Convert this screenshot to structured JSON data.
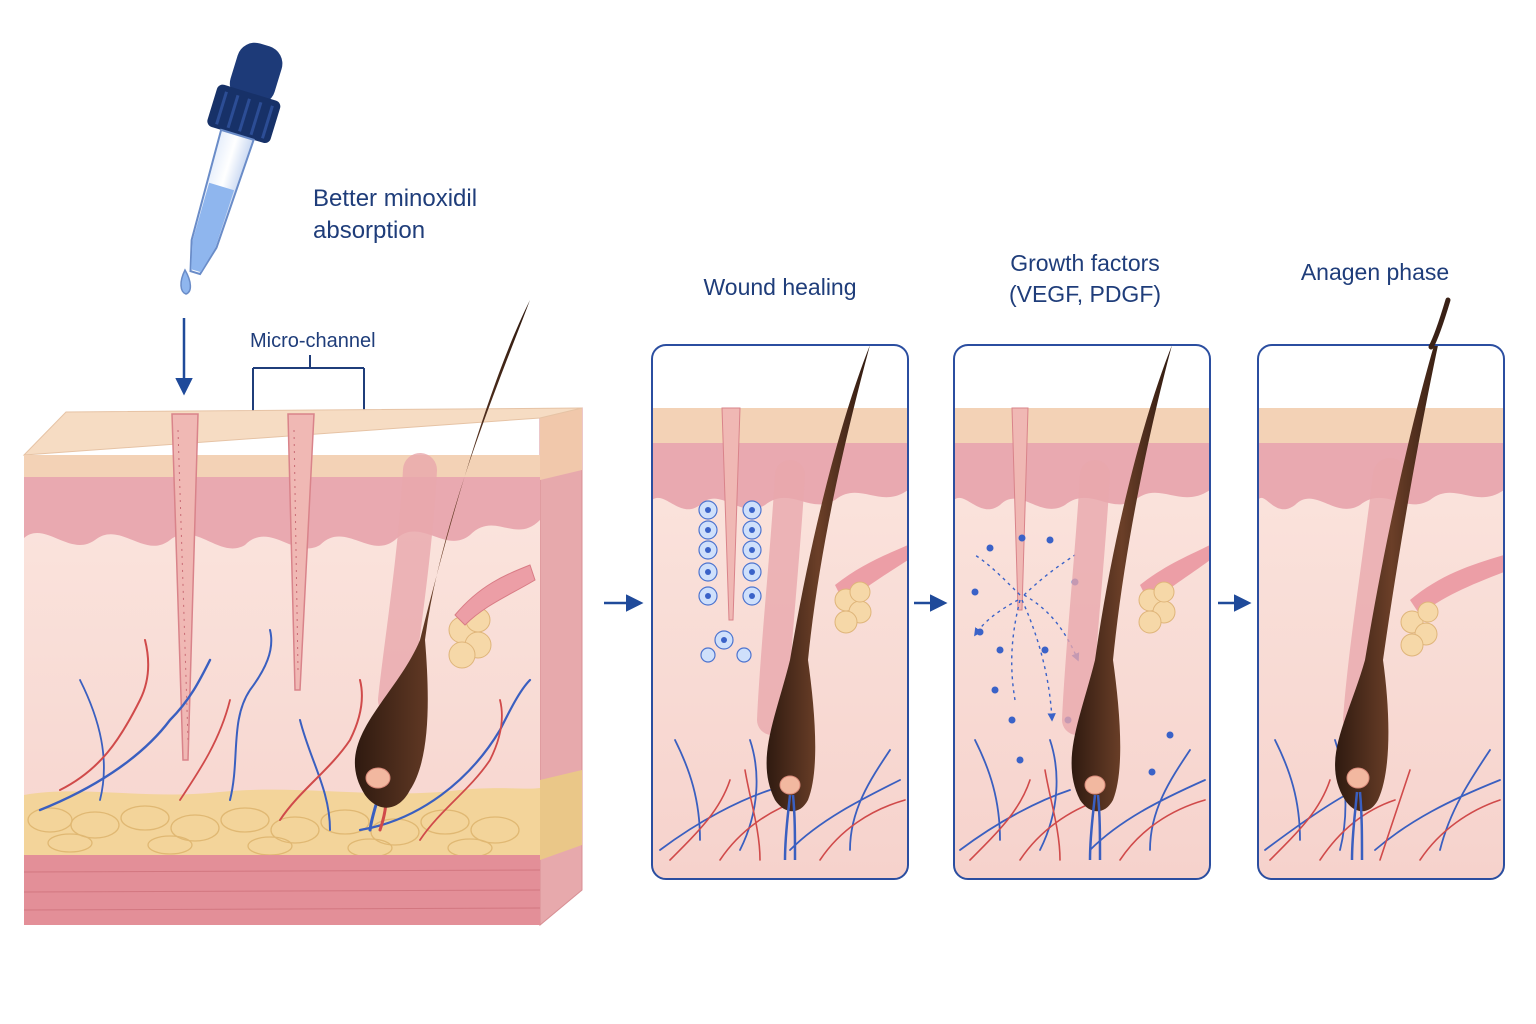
{
  "labels": {
    "minoxidil_line1": "Better minoxidil",
    "minoxidil_line2": "absorption",
    "micro_channel": "Micro-channel",
    "wound_healing": "Wound healing",
    "growth_factors_line1": "Growth factors",
    "growth_factors_line2": "(VEGF, PDGF)",
    "anagen_phase": "Anagen phase"
  },
  "colors": {
    "label_text": "#1f3d7a",
    "arrow": "#1f4a9a",
    "panel_border": "#2b4ea0",
    "epidermis": "#f3d2b6",
    "dermis_pink": "#e9a9b0",
    "dermis_light": "#fbe3dc",
    "fat": "#f3d49a",
    "hair": "#4a2a1c",
    "vessel_red": "#d04a4a",
    "vessel_blue": "#3a5fc0",
    "dropper_cap": "#1d3a78",
    "liquid": "#8fb6ee"
  }
}
